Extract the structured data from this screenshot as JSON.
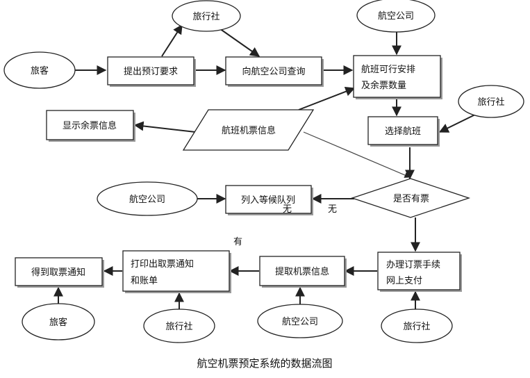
{
  "caption": "航空机票预定系统的数据流图",
  "entities": {
    "traveler_top": "旅客",
    "agency_top": "旅行社",
    "airline_top": "航空公司",
    "agency_right": "旅行社",
    "airline_left": "航空公司",
    "traveler_bottom": "旅客",
    "agency_bottom_left": "旅行社",
    "airline_bottom": "航空公司",
    "agency_bottom_right": "旅行社"
  },
  "processes": {
    "submit_booking": "提出预订要求",
    "query_airline": "向航空公司查询",
    "flight_schedule": [
      "航班可行安排",
      "及余票数量"
    ],
    "show_tickets": "显示余票信息",
    "select_flight": "选择航班",
    "waitlist": "列入等候队列",
    "handle_booking": [
      "办理订票手续",
      "网上支付"
    ],
    "extract_ticket": "提取机票信息",
    "print_notice": [
      "打印出取票通知",
      "和账单"
    ],
    "get_notice": "得到取票通知"
  },
  "data_store": {
    "flight_ticket_info": "航班机票信息"
  },
  "decision": {
    "has_ticket": "是否有票"
  },
  "edge_labels": {
    "no_1": "无",
    "no_2": "无",
    "yes": "有"
  },
  "colors": {
    "stroke": "#222222",
    "background": "#ffffff"
  }
}
